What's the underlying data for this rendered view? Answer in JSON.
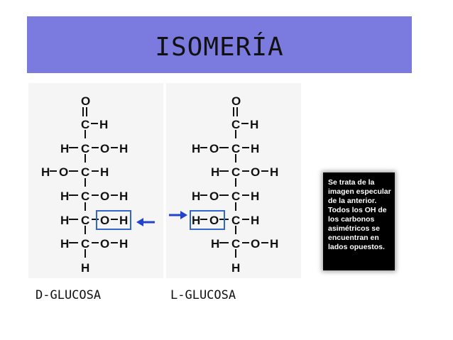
{
  "slide": {
    "title": "ISOMERÍA"
  },
  "structures": {
    "d_glucose": {
      "caption": "D-GLUCOSA",
      "atoms": [
        "O",
        "C",
        "H",
        "H",
        "O",
        "C",
        "H",
        "H",
        "O",
        "C",
        "H",
        "H",
        "C",
        "O",
        "H",
        "H",
        "C",
        "O",
        "H",
        "H",
        "C",
        "O",
        "H",
        "H"
      ]
    },
    "l_glucose": {
      "caption": "L-GLUCOSA",
      "atoms": [
        "O",
        "C",
        "H",
        "H",
        "O",
        "C",
        "H",
        "H",
        "C",
        "O",
        "H",
        "H",
        "O",
        "C",
        "H",
        "H",
        "O",
        "C",
        "H",
        "H",
        "C",
        "O",
        "H",
        "H"
      ]
    }
  },
  "note": {
    "lines": [
      "Se trata de la",
      "imagen especular",
      "de la anterior.",
      "Todos los OH de",
      "los carbonos",
      "asimétricos se",
      "encuentran en",
      "lados opuestos."
    ]
  },
  "colors": {
    "title_bg": "#7b7bdf",
    "highlight": "#3366cc",
    "arrow": "#2244cc"
  }
}
